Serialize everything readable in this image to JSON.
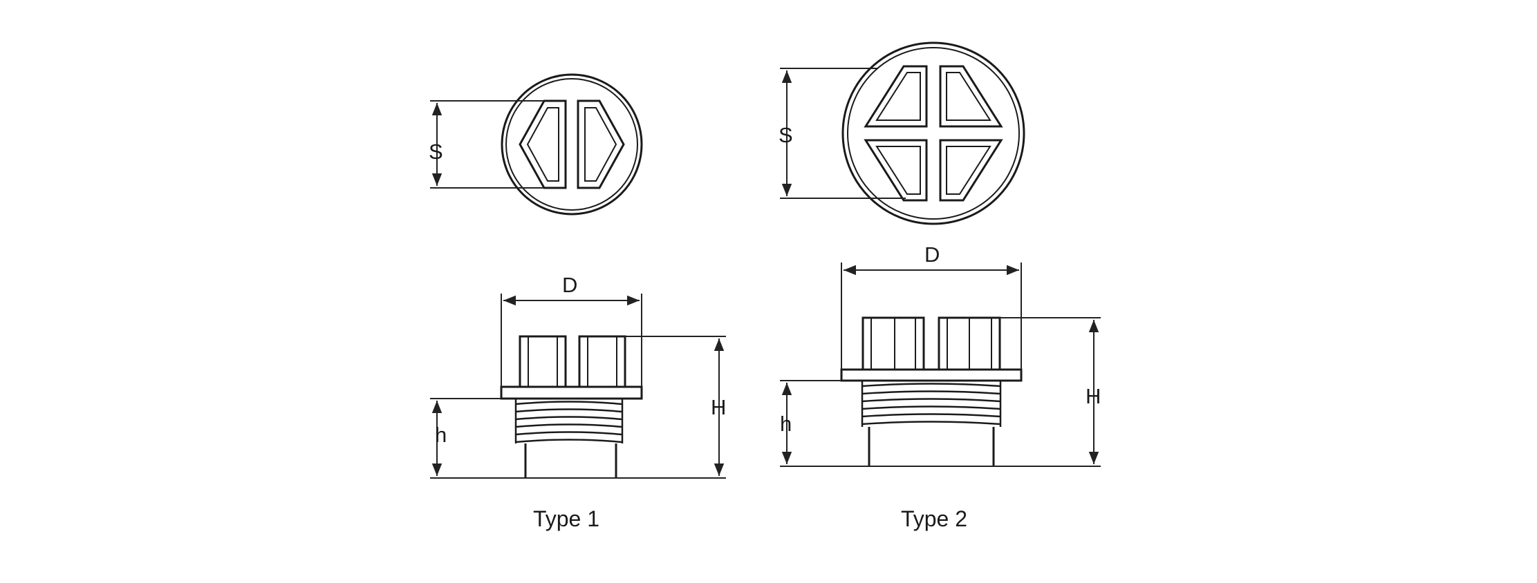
{
  "type1": {
    "caption": "Type 1",
    "labels": {
      "s": "S",
      "d": "D",
      "h_total": "H",
      "h_thread": "h"
    }
  },
  "type2": {
    "caption": "Type 2",
    "labels": {
      "s": "S",
      "d": "D",
      "h_total": "H",
      "h_thread": "h"
    }
  },
  "colors": {
    "line": "#1a1a1a",
    "dim": "#222222",
    "fill": "#ffffff"
  }
}
